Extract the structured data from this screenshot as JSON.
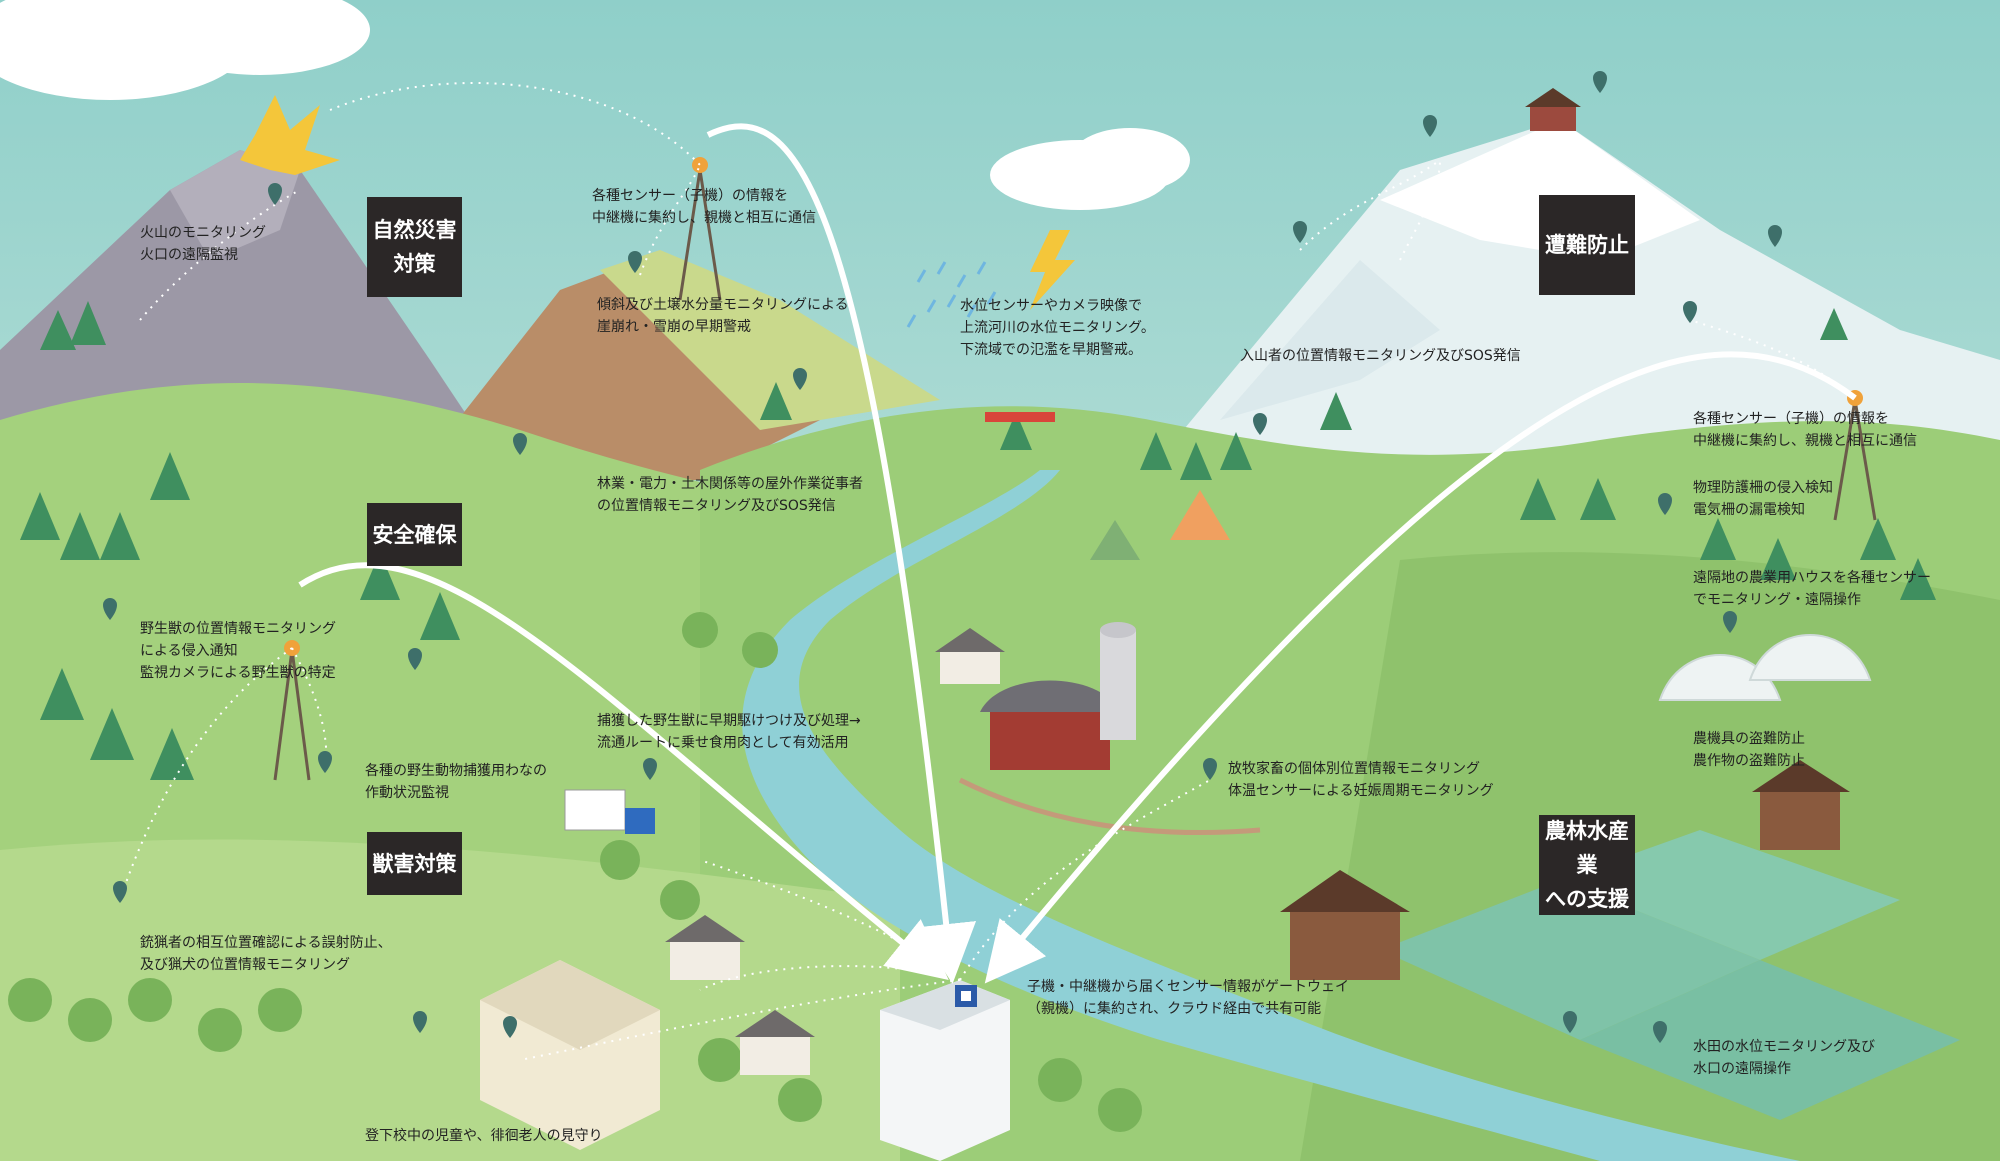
{
  "categories": {
    "disaster": "自然災害\n対策",
    "safety": "安全確保",
    "wildlife": "獣害対策",
    "mountain": "遭難防止",
    "agri": "農林水産業\nへの支援"
  },
  "notes": {
    "volcano": "火山のモニタリング\n火口の遠隔監視",
    "relay_left": "各種センサー（子機）の情報を\n中継機に集約し、親機と相互に通信",
    "slope": "傾斜及び土壌水分量モニタリングによる\n崖崩れ・雪崩の早期警戒",
    "river": "水位センサーやカメラ映像で\n上流河川の水位モニタリング。\n下流域での氾濫を早期警戒。",
    "climbers": "入山者の位置情報モニタリング及びSOS発信",
    "workers": "林業・電力・土木関係等の屋外作業従事者\nの位置情報モニタリング及びSOS発信",
    "relay_right": "各種センサー（子機）の情報を\n中継機に集約し、親機と相互に通信",
    "fence": "物理防護柵の侵入検知\n電気柵の漏電検知",
    "greenhouse": "遠隔地の農業用ハウスを各種センサー\nでモニタリング・遠隔操作",
    "wild_animal": "野生獣の位置情報モニタリング\nによる侵入通知\n監視カメラによる野生獣の特定",
    "trap": "各種の野生動物捕獲用わなの\n作動状況監視",
    "meat": "捕獲した野生獣に早期駆けつけ及び処理→\n流通ルートに乗せ食用肉として有効活用",
    "livestock": "放牧家畜の個体別位置情報モニタリング\n体温センサーによる妊娠周期モニタリング",
    "theft": "農機具の盗難防止\n農作物の盗難防止",
    "hunter": "銃猟者の相互位置確認による誤射防止、\n及び猟犬の位置情報モニタリング",
    "gateway": "子機・中継機から届くセンサー情報がゲートウェイ\n（親機）に集約され、クラウド経由で共有可能",
    "paddy": "水田の水位モニタリング及び\n水口の遠隔操作",
    "school": "登下校中の児童や、徘徊老人の見守り"
  },
  "colors": {
    "sky_top": "#8fcfc9",
    "sky_bottom": "#cfe9e2",
    "hill": "#9fcf7a",
    "hill_dark": "#6fae5a",
    "tree": "#3f8f5f",
    "river": "#8fd0d6",
    "label_bg": "#2b2727",
    "pin": "#3e6f6a",
    "relay": "#f0a23a"
  }
}
